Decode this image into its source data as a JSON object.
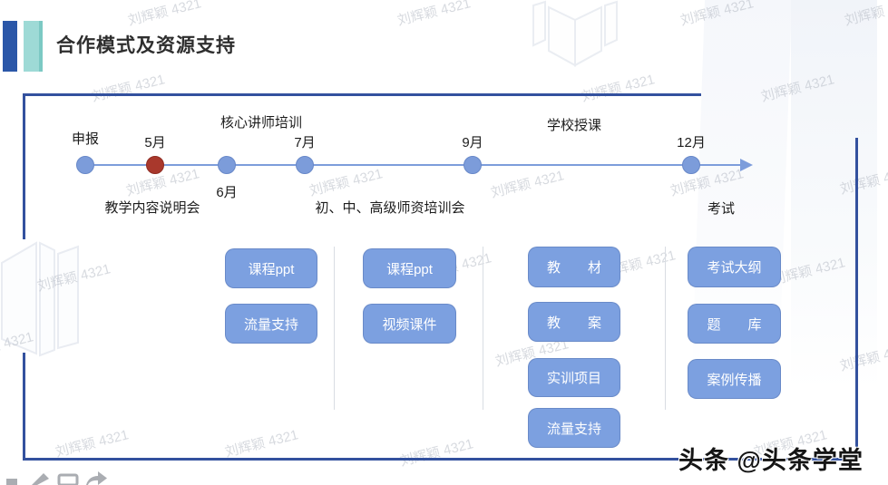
{
  "title": {
    "text": "合作模式及资源支持"
  },
  "colors": {
    "frame": "#33519E",
    "timeline": "#7D9DDB",
    "dot_blue": "#7C9CDA",
    "dot_red": "#A9382C",
    "button_fill": "#7CA0E0",
    "title_bar_dark": "#2B57A8",
    "title_bar_teal": "#9EDAD6"
  },
  "timeline": {
    "milestones": [
      {
        "label": "申报",
        "dot": "blue"
      },
      {
        "label": "5月",
        "dot": "red"
      },
      {
        "label": "6月",
        "dot": "blue"
      },
      {
        "label": "7月",
        "dot": "blue"
      },
      {
        "label": "9月",
        "dot": "blue"
      },
      {
        "label": "12月",
        "dot": "blue"
      }
    ],
    "phases_above": [
      {
        "label": "核心讲师培训"
      },
      {
        "label": "学校授课"
      }
    ],
    "events_below": [
      {
        "label": "教学内容说明会"
      },
      {
        "label": "初、中、高级师资培训会"
      },
      {
        "label": "考试"
      }
    ]
  },
  "resources": {
    "columns": [
      {
        "items": [
          "课程ppt",
          "流量支持"
        ]
      },
      {
        "items": [
          "课程ppt",
          "视频课件"
        ]
      },
      {
        "items": [
          "教　　材",
          "教　　案",
          "实训项目",
          "流量支持"
        ]
      },
      {
        "items": [
          "考试大纲",
          "题　　库",
          "案例传播"
        ]
      }
    ]
  },
  "watermark": {
    "text": "刘辉颖 4321"
  },
  "footer": {
    "byline": "头条 @头条学堂"
  }
}
